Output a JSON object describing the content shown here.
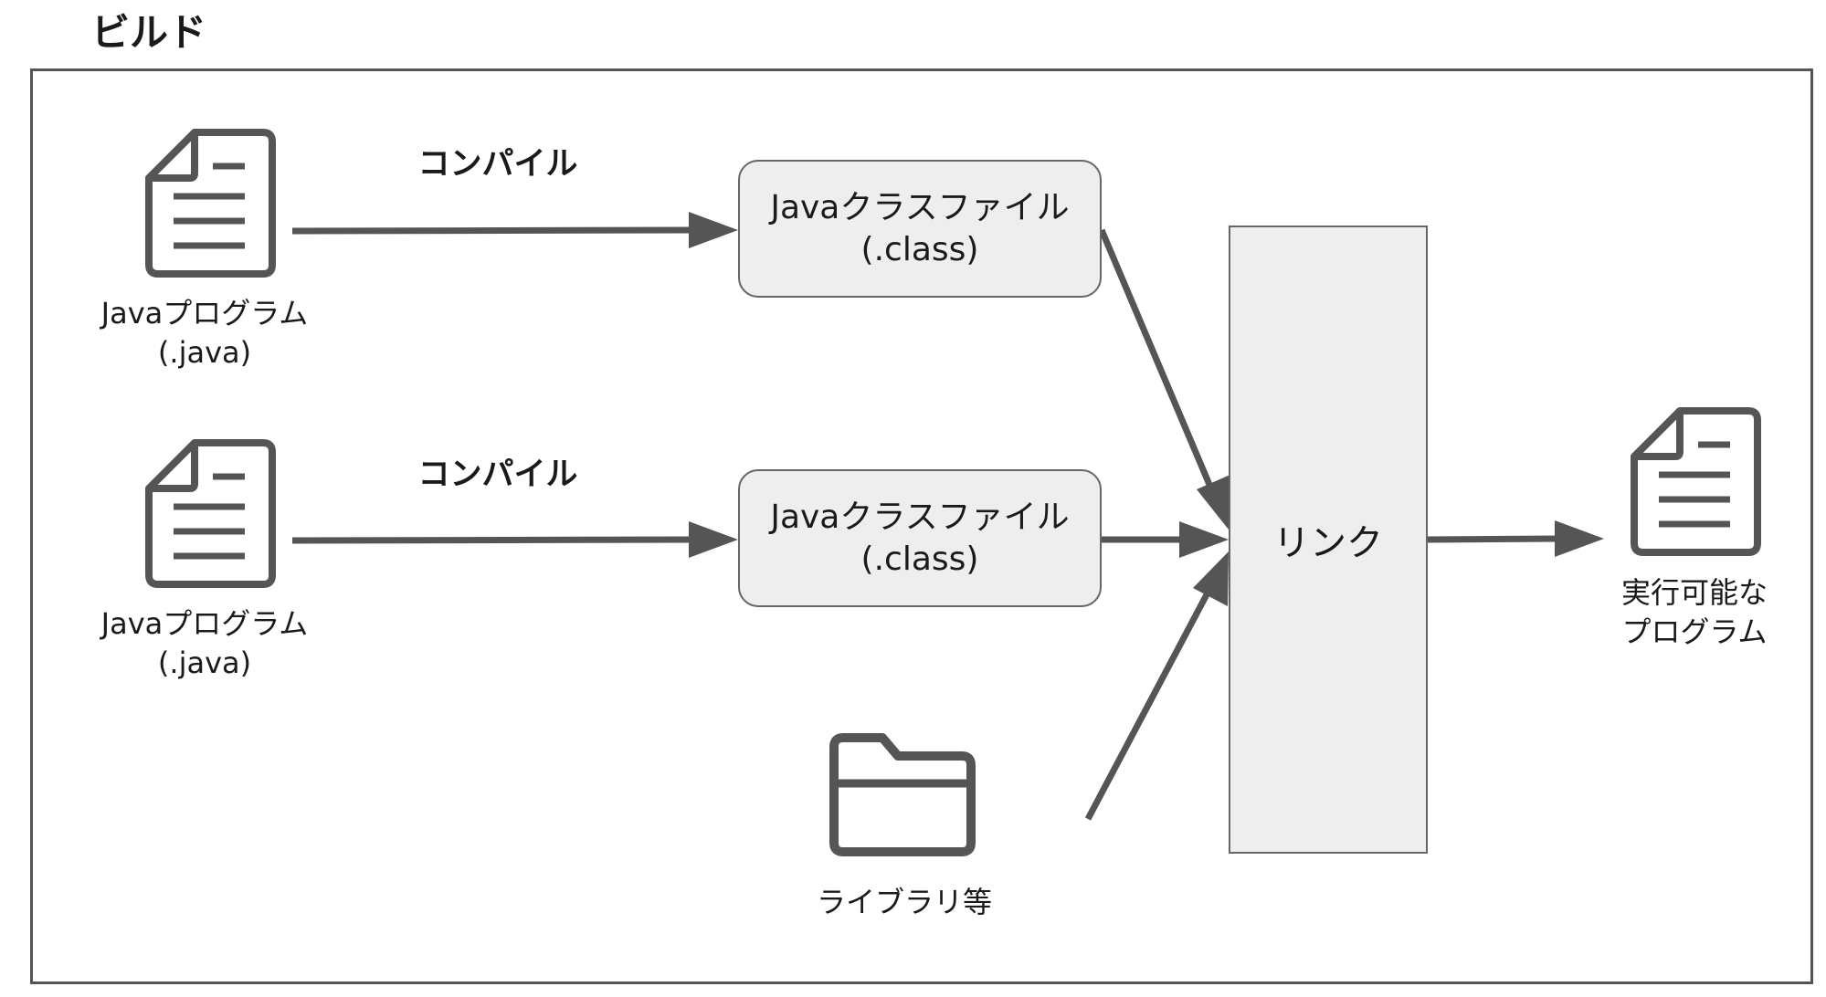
{
  "title": "ビルド",
  "programs": [
    {
      "name": "Javaプログラム",
      "ext": "(.java)"
    },
    {
      "name": "Javaプログラム",
      "ext": "(.java)"
    }
  ],
  "compile_labels": [
    "コンパイル",
    "コンパイル"
  ],
  "class_files": [
    {
      "name": "Javaクラスファイル",
      "ext": "(.class)"
    },
    {
      "name": "Javaクラスファイル",
      "ext": "(.class)"
    }
  ],
  "library": {
    "label": "ライブラリ等"
  },
  "link": {
    "label": "リンク"
  },
  "output": {
    "line1": "実行可能な",
    "line2": "プログラム"
  },
  "colors": {
    "stroke": "#555555",
    "box_fill": "#eeeeee",
    "box_border": "#666666"
  }
}
